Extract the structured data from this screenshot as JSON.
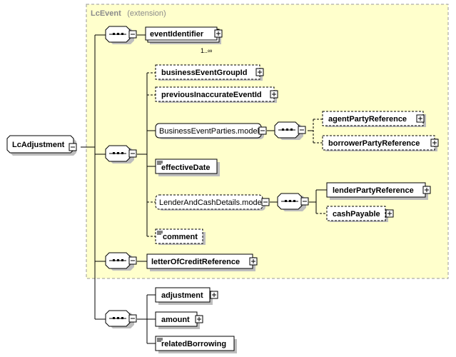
{
  "diagram": {
    "extension_title_name": "LcEvent",
    "extension_title_suffix": "(extension)",
    "root_label": "LcAdjustment",
    "nodes": {
      "eventIdentifier": "eventIdentifier",
      "eventIdentifier_cardinality": "1..∞",
      "businessEventGroupId": "businessEventGroupId",
      "previousInaccurateEventId": "previousInaccurateEventId",
      "businessEventPartiesModel": "BusinessEventParties.model",
      "agentPartyReference": "agentPartyReference",
      "borrowerPartyReference": "borrowerPartyReference",
      "effectiveDate": "effectiveDate",
      "lenderAndCashDetailsModel": "LenderAndCashDetails.model",
      "lenderPartyReference": "lenderPartyReference",
      "cashPayable": "cashPayable",
      "comment": "comment",
      "letterOfCreditReference": "letterOfCreditReference",
      "adjustment": "adjustment",
      "amount": "amount",
      "relatedBorrowing": "relatedBorrowing"
    },
    "colors": {
      "extension_fill": "#ffffcc",
      "extension_border": "#999999",
      "box_border": "#000000",
      "shadow": "#bdbdbd",
      "line": "#000000"
    },
    "icons": [
      "sequence-compositor-icon",
      "expand-plus-icon",
      "collapse-minus-icon",
      "text-content-icon"
    ]
  }
}
